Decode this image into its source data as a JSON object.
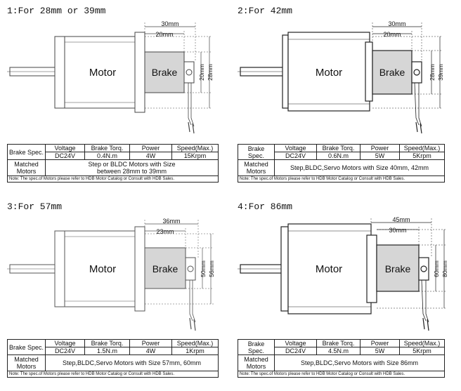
{
  "panels": [
    {
      "title": "1:For 28mm or 39mm",
      "motor_label": "Motor",
      "brake_label": "Brake",
      "dim_total": "30mm",
      "dim_brake": "20mm",
      "dim_inner": "20mm",
      "dim_outer": "28mm",
      "table": {
        "brake_spec_label": "Brake Spec.",
        "col_headers": [
          "Voltage",
          "Brake Torq.",
          "Power",
          "Speed(Max.)"
        ],
        "values": [
          "DC24V",
          "0.4N.m",
          "4W",
          "15Krpm"
        ],
        "matched_label": "Matched Motors",
        "matched_text_1": "Step or BLDC Motors with Size",
        "matched_text_2": "between 28mm to 39mm",
        "note": "Note: The spec.of Motors please refer to HDB Motor Catalog or Consult with HDB Sales."
      }
    },
    {
      "title": "2:For 42mm",
      "motor_label": "Motor",
      "brake_label": "Brake",
      "dim_total": "30mm",
      "dim_brake": "20mm",
      "dim_inner": "28mm",
      "dim_outer": "39mm",
      "table": {
        "brake_spec_label": "Brake Spec.",
        "col_headers": [
          "Voltage",
          "Brake Torq.",
          "Power",
          "Speed(Max.)"
        ],
        "values": [
          "DC24V",
          "0.6N.m",
          "5W",
          "5Krpm"
        ],
        "matched_label": "Matched Motors",
        "matched_text_1": "Step,BLDC,Servo Motors with Size 40mm, 42mm",
        "matched_text_2": "",
        "note": "Note: The spec.of Motors please refer to HDB Motor Catalog or Consult with HDB Sales."
      }
    },
    {
      "title": "3:For 57mm",
      "motor_label": "Motor",
      "brake_label": "Brake",
      "dim_total": "36mm",
      "dim_brake": "23mm",
      "dim_inner": "50mm",
      "dim_outer": "56mm",
      "table": {
        "brake_spec_label": "Brake Spec.",
        "col_headers": [
          "Voltage",
          "Brake Torq.",
          "Power",
          "Speed(Max.)"
        ],
        "values": [
          "DC24V",
          "1.5N.m",
          "4W",
          "1Krpm"
        ],
        "matched_label": "Matched Motors",
        "matched_text_1": "Step,BLDC,Servo Motors with Size 57mm, 60mm",
        "matched_text_2": "",
        "note": "Note: The spec.of Motors please refer to HDB Motor Catalog or Consult with HDB Sales."
      }
    },
    {
      "title": "4:For 86mm",
      "motor_label": "Motor",
      "brake_label": "Brake",
      "dim_total": "45mm",
      "dim_brake": "30mm",
      "dim_inner": "60mm",
      "dim_outer": "80mm",
      "table": {
        "brake_spec_label": "Brake Spec.",
        "col_headers": [
          "Voltage",
          "Brake Torq.",
          "Power",
          "Speed(Max.)"
        ],
        "values": [
          "DC24V",
          "4.5N.m",
          "5W",
          "5Krpm"
        ],
        "matched_label": "Matched Motors",
        "matched_text_1": "Step,BLDC,Servo Motors with Size 86mm",
        "matched_text_2": "",
        "note": "Note: The spec.of Motors please refer to HDB Motor Catalog or Consult with HDB Sales."
      }
    }
  ]
}
